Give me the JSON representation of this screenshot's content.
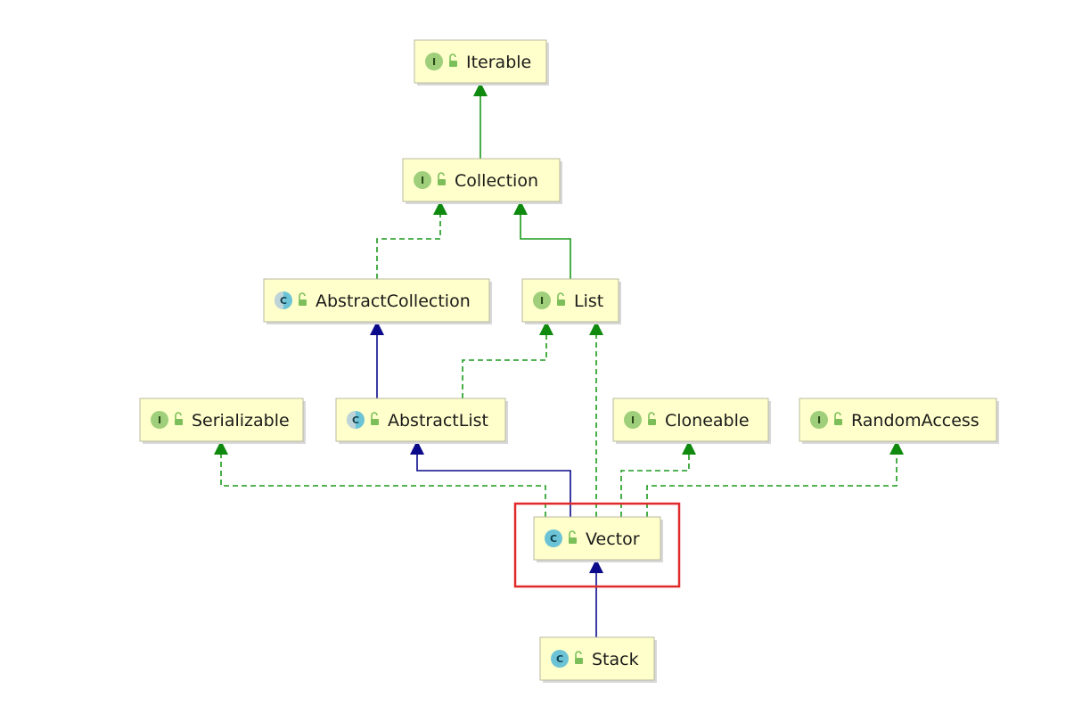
{
  "diagram": {
    "nodes": [
      {
        "id": "iterable",
        "label": "Iterable",
        "kind": "interface",
        "badge": "I"
      },
      {
        "id": "collection",
        "label": "Collection",
        "kind": "interface",
        "badge": "I"
      },
      {
        "id": "abstract-collection",
        "label": "AbstractCollection",
        "kind": "abstract-class",
        "badge": "C"
      },
      {
        "id": "list",
        "label": "List",
        "kind": "interface",
        "badge": "I"
      },
      {
        "id": "serializable",
        "label": "Serializable",
        "kind": "interface",
        "badge": "I"
      },
      {
        "id": "abstract-list",
        "label": "AbstractList",
        "kind": "abstract-class",
        "badge": "C"
      },
      {
        "id": "cloneable",
        "label": "Cloneable",
        "kind": "interface",
        "badge": "I"
      },
      {
        "id": "random-access",
        "label": "RandomAccess",
        "kind": "interface",
        "badge": "I"
      },
      {
        "id": "vector",
        "label": "Vector",
        "kind": "class",
        "badge": "C",
        "highlighted": true
      },
      {
        "id": "stack",
        "label": "Stack",
        "kind": "class",
        "badge": "C"
      }
    ],
    "edges": [
      {
        "from": "collection",
        "to": "iterable",
        "type": "extends-interface"
      },
      {
        "from": "abstract-collection",
        "to": "collection",
        "type": "implements"
      },
      {
        "from": "list",
        "to": "collection",
        "type": "extends-interface"
      },
      {
        "from": "abstract-list",
        "to": "abstract-collection",
        "type": "extends-class"
      },
      {
        "from": "abstract-list",
        "to": "list",
        "type": "implements"
      },
      {
        "from": "vector",
        "to": "serializable",
        "type": "implements"
      },
      {
        "from": "vector",
        "to": "abstract-list",
        "type": "extends-class"
      },
      {
        "from": "vector",
        "to": "list",
        "type": "implements"
      },
      {
        "from": "vector",
        "to": "cloneable",
        "type": "implements"
      },
      {
        "from": "vector",
        "to": "random-access",
        "type": "implements"
      },
      {
        "from": "stack",
        "to": "vector",
        "type": "extends-class"
      }
    ],
    "colors": {
      "node_fill": "#ffffcc",
      "interface_badge": "#9fcf7a",
      "class_badge": "#6cc3d6",
      "implements_edge": "#1b9a1b",
      "extends_class_edge": "#0a0a8a",
      "highlight": "#e02a2a"
    },
    "icons": {
      "visibility": "public-lock-icon"
    }
  }
}
